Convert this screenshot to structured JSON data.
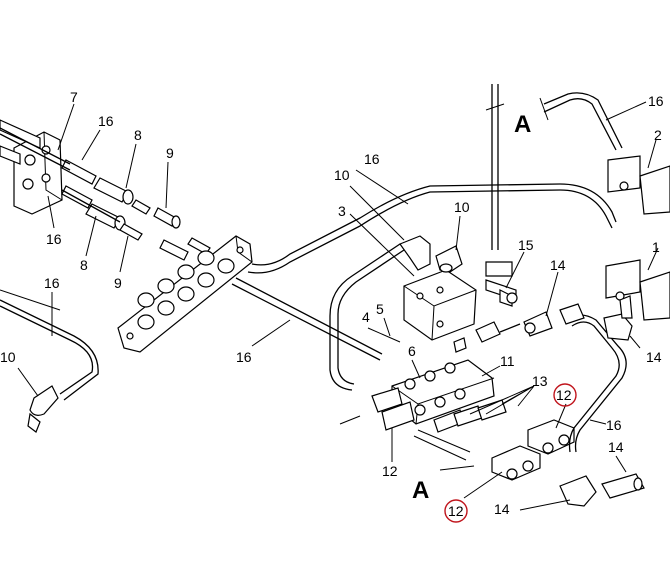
{
  "diagram": {
    "callouts": {
      "n7": "7",
      "n16a": "16",
      "n8a": "8",
      "n9a": "9",
      "n16b": "16",
      "n8b": "8",
      "n9b": "9",
      "n16c": "16",
      "n10a": "10",
      "n16d": "16",
      "n16e": "16",
      "n10b": "10",
      "n3": "3",
      "n10c": "10",
      "n15": "15",
      "n14a": "14",
      "n5": "5",
      "n4": "4",
      "n6": "6",
      "n11": "11",
      "n13": "13",
      "n12a": "12",
      "n12b": "12",
      "n12c": "12",
      "n16f": "16",
      "n14b": "14",
      "n14c": "14",
      "n14d": "14",
      "n16g": "16",
      "n2": "2",
      "n1": "1"
    },
    "section_labels": {
      "a_top": "A",
      "a_bottom": "A"
    },
    "highlight_color": "#c0141c"
  }
}
